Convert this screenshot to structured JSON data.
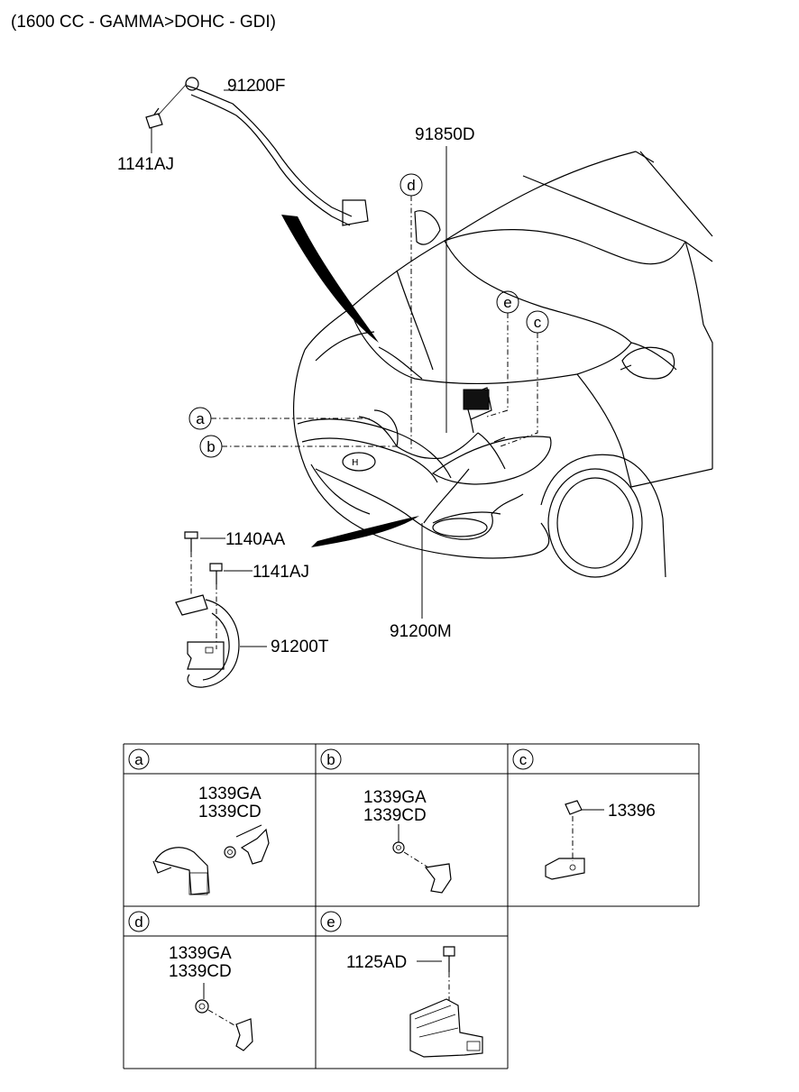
{
  "header": {
    "engine_spec": "(1600 CC - GAMMA>DOHC - GDI)"
  },
  "main_diagram": {
    "labels": {
      "battery_cable_pos": "91200F",
      "bolt_top": "1141AJ",
      "wiring_assembly": "91850D",
      "bolt_lower_a": "1140AA",
      "bolt_lower_b": "1141AJ",
      "battery_cable_neg": "91200T",
      "front_harness": "91200M"
    },
    "callouts": {
      "a": "a",
      "b": "b",
      "c": "c",
      "d": "d",
      "e": "e"
    }
  },
  "detail_table": {
    "cells": [
      {
        "key": "a",
        "letter": "a",
        "parts": [
          "1339GA",
          "1339CD"
        ]
      },
      {
        "key": "b",
        "letter": "b",
        "parts": [
          "1339GA",
          "1339CD"
        ]
      },
      {
        "key": "c",
        "letter": "c",
        "parts": [
          "13396"
        ]
      },
      {
        "key": "d",
        "letter": "d",
        "parts": [
          "1339GA",
          "1339CD"
        ]
      },
      {
        "key": "e",
        "letter": "e",
        "parts": [
          "1125AD"
        ]
      }
    ]
  }
}
